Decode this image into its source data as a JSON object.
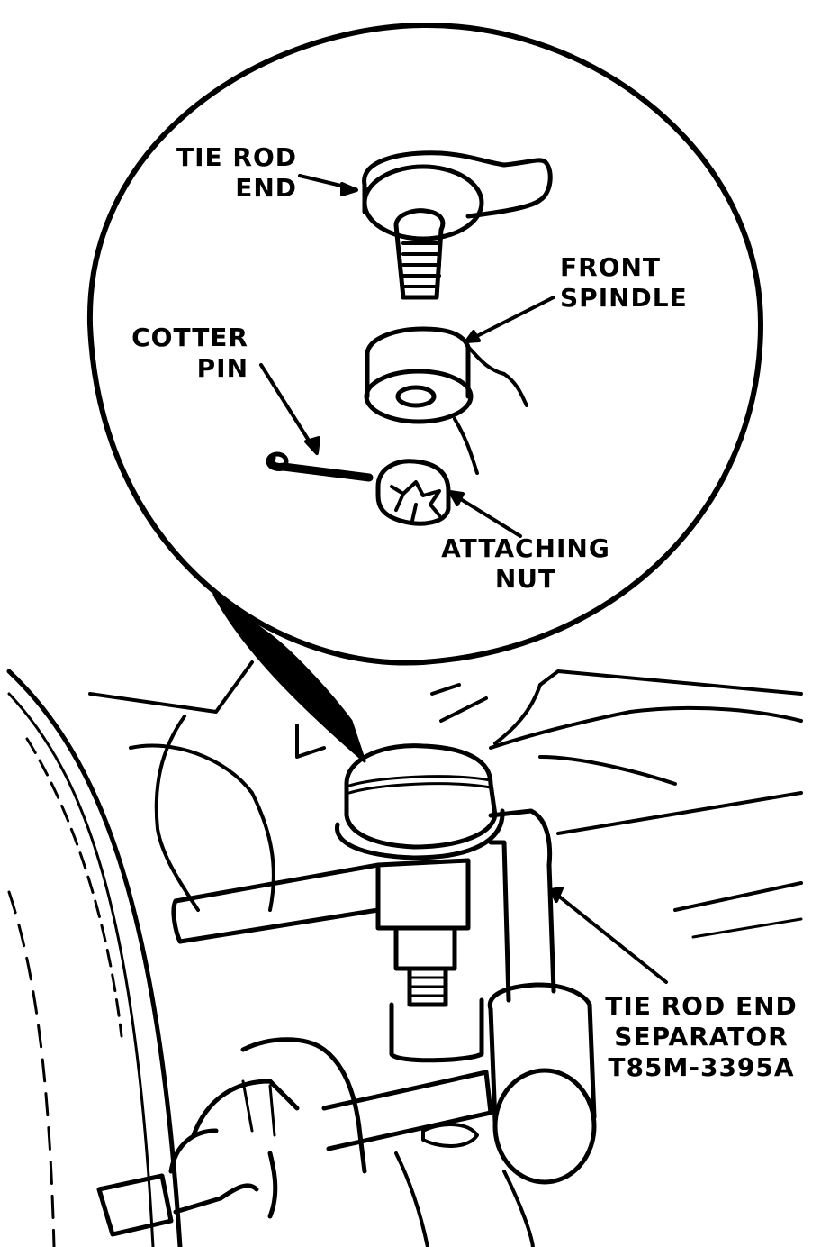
{
  "figure": {
    "title": "Tie rod end removal",
    "ink_color": "#000000",
    "paper_color": "#ffffff"
  },
  "labels": {
    "tie_rod_end": [
      "TIE ROD",
      "END"
    ],
    "front_spindle": [
      "FRONT",
      "SPINDLE"
    ],
    "cotter_pin": [
      "COTTER",
      "PIN"
    ],
    "attaching_nut": [
      "ATTACHING",
      "NUT"
    ],
    "separator_tool": [
      "TIE ROD END",
      "SEPARATOR",
      "T85M-3395A"
    ]
  }
}
